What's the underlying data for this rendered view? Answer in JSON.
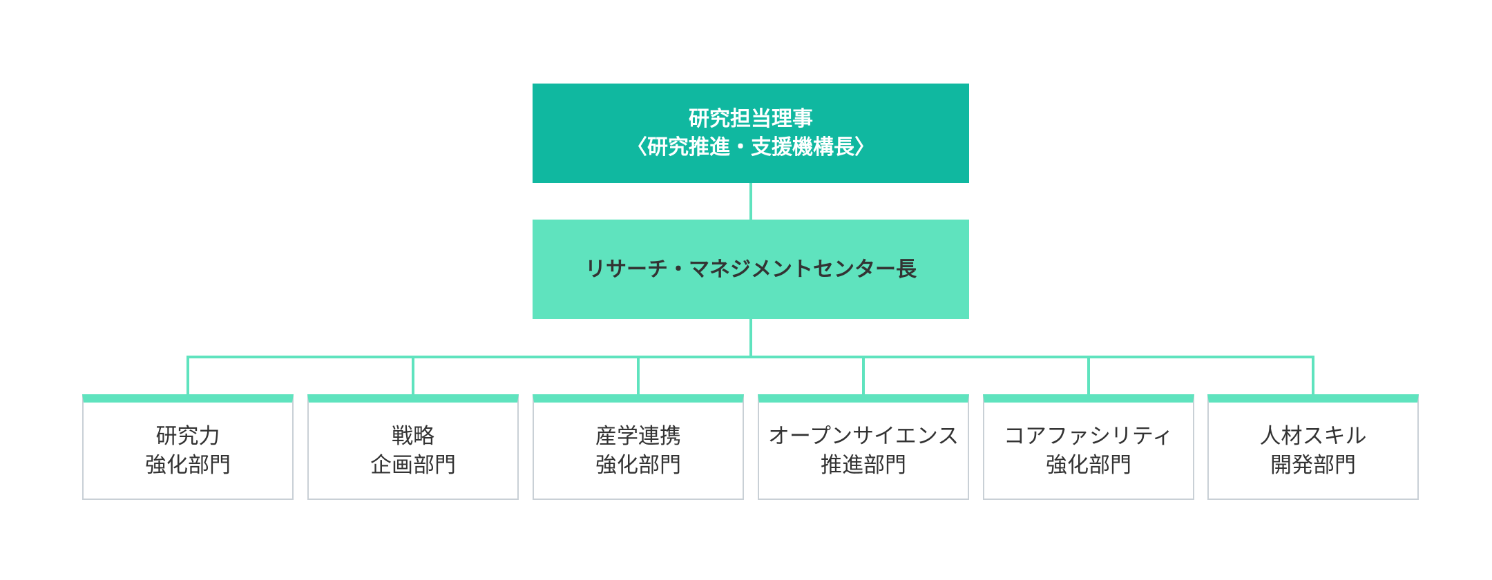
{
  "diagram": {
    "colors": {
      "top_fill": "#10b8a0",
      "mid_fill": "#5fe3be",
      "connector": "#5fe3be",
      "dept_border": "#c9d0d6",
      "dept_accent": "#5fe3be"
    },
    "top": {
      "lines": [
        "研究担当理事",
        "〈研究推進・支援機構長〉"
      ]
    },
    "middle": {
      "lines": [
        "リサーチ・マネジメントセンター長"
      ]
    },
    "departments": [
      {
        "lines": [
          "研究力",
          "強化部門"
        ]
      },
      {
        "lines": [
          "戦略",
          "企画部門"
        ]
      },
      {
        "lines": [
          "産学連携",
          "強化部門"
        ]
      },
      {
        "lines": [
          "オープンサイエンス",
          "推進部門"
        ]
      },
      {
        "lines": [
          "コアファシリティ",
          "強化部門"
        ]
      },
      {
        "lines": [
          "人材スキル",
          "開発部門"
        ]
      }
    ]
  }
}
